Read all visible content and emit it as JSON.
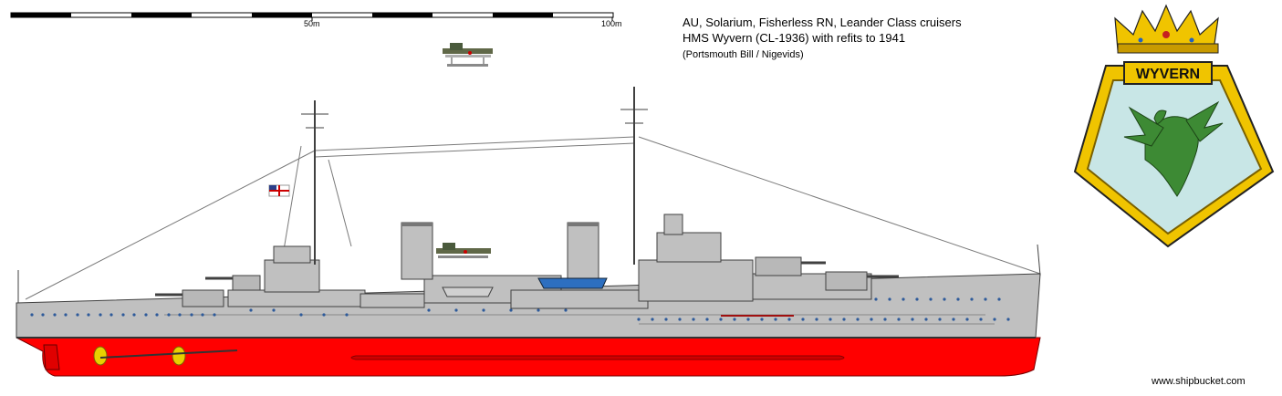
{
  "header": {
    "title_line1": "AU, Solarium, Fisherless RN, Leander Class cruisers",
    "title_line2": "HMS Wyvern (CL-1936) with refits to 1941",
    "credits": "(Portsmouth Bill / Nigevids)"
  },
  "scale": {
    "mid_label": "50m",
    "end_label": "100m"
  },
  "badge": {
    "name": "WYVERN"
  },
  "watermark": "www.shipbucket.com",
  "colors": {
    "hull": "#c0c0c0",
    "hull_outline": "#404040",
    "waterline": "#ff0000",
    "badge_gold": "#f0c400",
    "badge_field": "#c8e6e6",
    "dragon": "#3d8a34",
    "badge_banner": "#f0c400"
  }
}
